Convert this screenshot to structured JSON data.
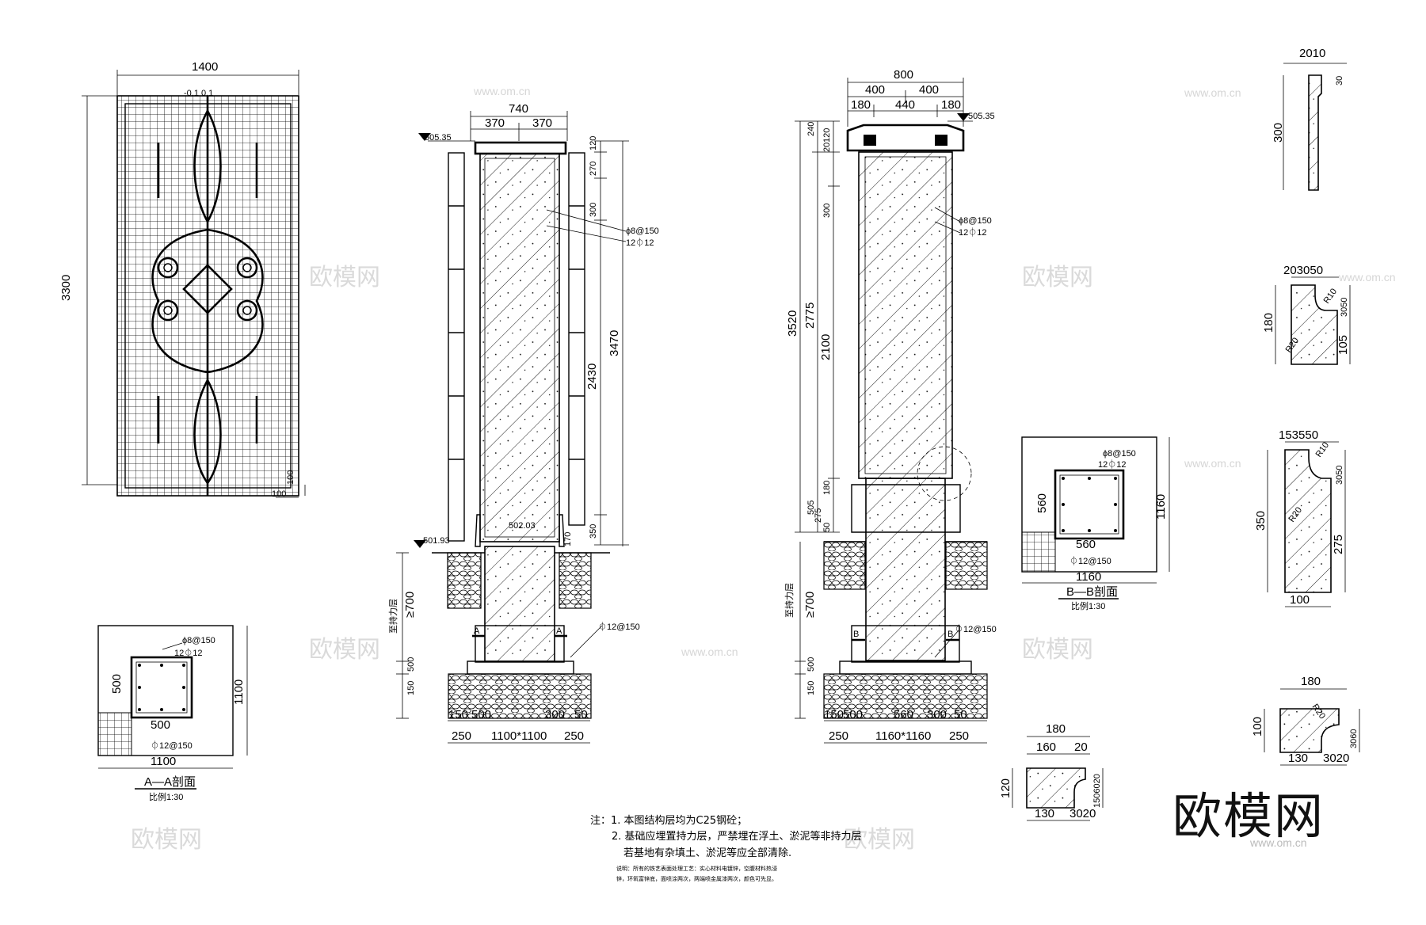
{
  "elevation": {
    "width": "1400",
    "height": "3300",
    "top_offsets": "-0.1 0.1",
    "bottom_dims": [
      "100",
      "100"
    ]
  },
  "section_left": {
    "top_width": "740",
    "top_halves": [
      "370",
      "370"
    ],
    "level_top": "505.35",
    "level_ground": "501.93",
    "level_mid": "502.03",
    "right_dims": [
      "120",
      "270",
      "300",
      "2430",
      "3470",
      "350",
      "170"
    ],
    "rebar_stirrup": "ϕ8@150",
    "rebar_main": "12⏀12",
    "rebar_bottom": "⏀12@150",
    "left_dims": [
      "≥700",
      "500",
      "150"
    ],
    "bearing_layer": "至持力层",
    "bottom_dims": [
      "150",
      "500",
      "300",
      "50",
      "250",
      "1100*1100",
      "250"
    ],
    "section_mark": "A"
  },
  "section_right": {
    "top_width": "800",
    "top_halves": [
      "400",
      "400"
    ],
    "top_thirds": [
      "180",
      "440",
      "180"
    ],
    "level_top": "505.35",
    "left_dims": [
      "240",
      "120",
      "20",
      "300",
      "2775",
      "3520",
      "2100",
      "180",
      "505",
      "50",
      "275",
      "≥700",
      "500",
      "150"
    ],
    "rebar_stirrup": "ϕ8@150",
    "rebar_main": "12⏀12",
    "rebar_bottom": "⏀12@150",
    "bearing_layer": "至持力层",
    "bottom_dims": [
      "150",
      "500",
      "560",
      "300",
      "50",
      "250",
      "1160*1160",
      "250"
    ],
    "section_mark": "B"
  },
  "section_aa": {
    "title": "A—A剖面",
    "scale": "比例1:30",
    "outer": "1100",
    "inner": "500",
    "rebar_stirrup": "ϕ8@150",
    "rebar_main": "12⏀12",
    "rebar_bottom": "⏀12@150"
  },
  "section_bb": {
    "title": "B—B剖面",
    "scale": "比例1:30",
    "outer": "1160",
    "inner": "560",
    "rebar_stirrup": "ϕ8@150",
    "rebar_main": "12⏀12",
    "rebar_bottom": "⏀12@150"
  },
  "profiles": {
    "p1": {
      "top": "2010",
      "right": "30",
      "height": "300"
    },
    "p2": {
      "top": "203050",
      "r1": "R10",
      "r2": "R20",
      "left": "180",
      "right_a": "3050",
      "right_b": "105"
    },
    "p3": {
      "top": "153550",
      "r1": "R10",
      "r2": "R20",
      "left": "350",
      "right_a": "3050",
      "right_b": "275",
      "bottom": "100"
    },
    "p4": {
      "top": "180",
      "r": "R20",
      "left": "100",
      "right": "3060",
      "bottom": "130",
      "bottom_b": "3020"
    },
    "p5": {
      "top": "180",
      "top_a": "160",
      "top_b": "20",
      "left": "120",
      "right": "1506020",
      "bottom": "130",
      "bottom_b": "3020"
    }
  },
  "notes": {
    "line1": "注：1. 本图结构层均为C25钢砼；",
    "line2": "2. 基础应埋置持力层，严禁埋在浮土、淤泥等非持力层",
    "line3": "若基地有杂填土、淤泥等应全部清除.",
    "small1": "说明：所有的铁艺表面处理工艺：实心材料电镀锌，空腹材料热浸",
    "small2": "锌，环氧富锌底，面喷涂两次，两端喷金属漆两次，颜色可先显。"
  },
  "watermark": {
    "brand": "欧模网",
    "url": "www.om.cn"
  }
}
